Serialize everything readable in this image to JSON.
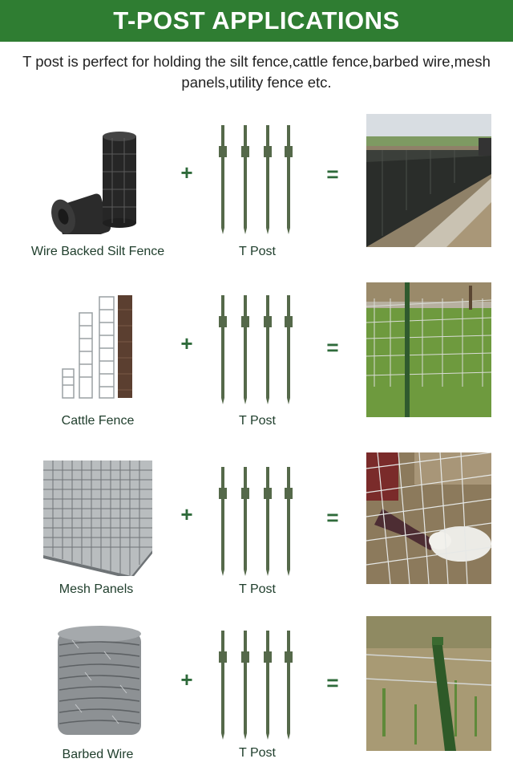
{
  "banner": {
    "title": "T-POST APPLICATIONS"
  },
  "intro": "T post is perfect for holding the silt fence,cattle fence,barbed wire,mesh panels,utility fence etc.",
  "operators": {
    "plus": "+",
    "equals": "="
  },
  "rows": [
    {
      "product_label": "Wire Backed Silt Fence",
      "post_label": "T Post"
    },
    {
      "product_label": "Cattle Fence",
      "post_label": "T Post"
    },
    {
      "product_label": "Mesh Panels",
      "post_label": "T Post"
    },
    {
      "product_label": "Barbed Wire",
      "post_label": "T Post"
    }
  ],
  "colors": {
    "banner": "#2f7d32",
    "post": "#55694a",
    "label": "#1e3d2b"
  }
}
